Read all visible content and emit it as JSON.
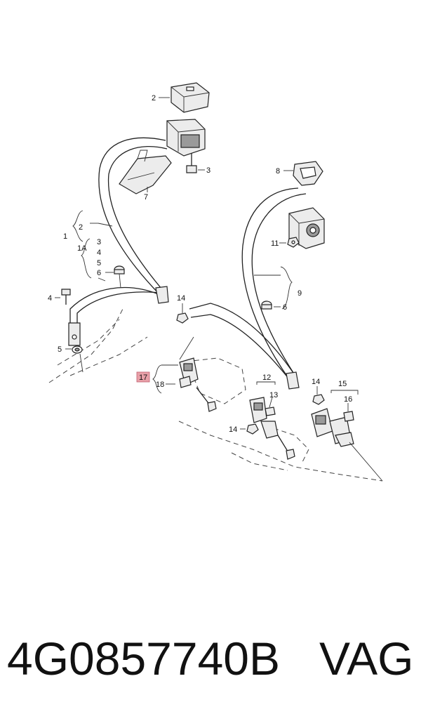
{
  "callouts": {
    "c2": "2",
    "c3": "3",
    "c7": "7",
    "c8": "8",
    "c11": "11",
    "c1": "1",
    "c1_2": "2",
    "c1A": "1A",
    "c1A_3": "3",
    "c1A_4": "4",
    "c1A_5": "5",
    "c6a": "6",
    "c4": "4",
    "c5": "5",
    "c9": "9",
    "c6b": "6",
    "c14a": "14",
    "c17": "17",
    "c18": "18",
    "c12": "12",
    "c13": "13",
    "c14b": "14",
    "c14c": "14",
    "c15": "15",
    "c16": "16"
  },
  "highlight_color": "#e8a0a8",
  "footer": {
    "part_number": "4G0857740B",
    "brand": "VAG"
  }
}
